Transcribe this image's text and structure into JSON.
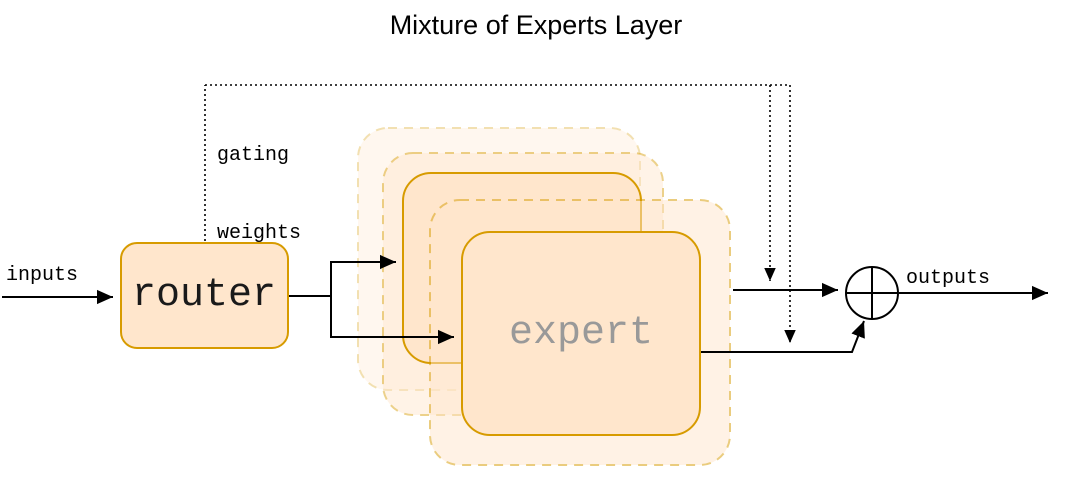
{
  "title": "Mixture of Experts Layer",
  "labels": {
    "inputs": "inputs",
    "outputs": "outputs",
    "gating_weights": [
      "gating",
      "weights"
    ]
  },
  "nodes": {
    "router": "router",
    "expert": "expert"
  },
  "colors": {
    "box_fill": "#FFE6CC",
    "box_stroke": "#D79B00",
    "expert_text": "#999999",
    "connector": "#000000"
  }
}
